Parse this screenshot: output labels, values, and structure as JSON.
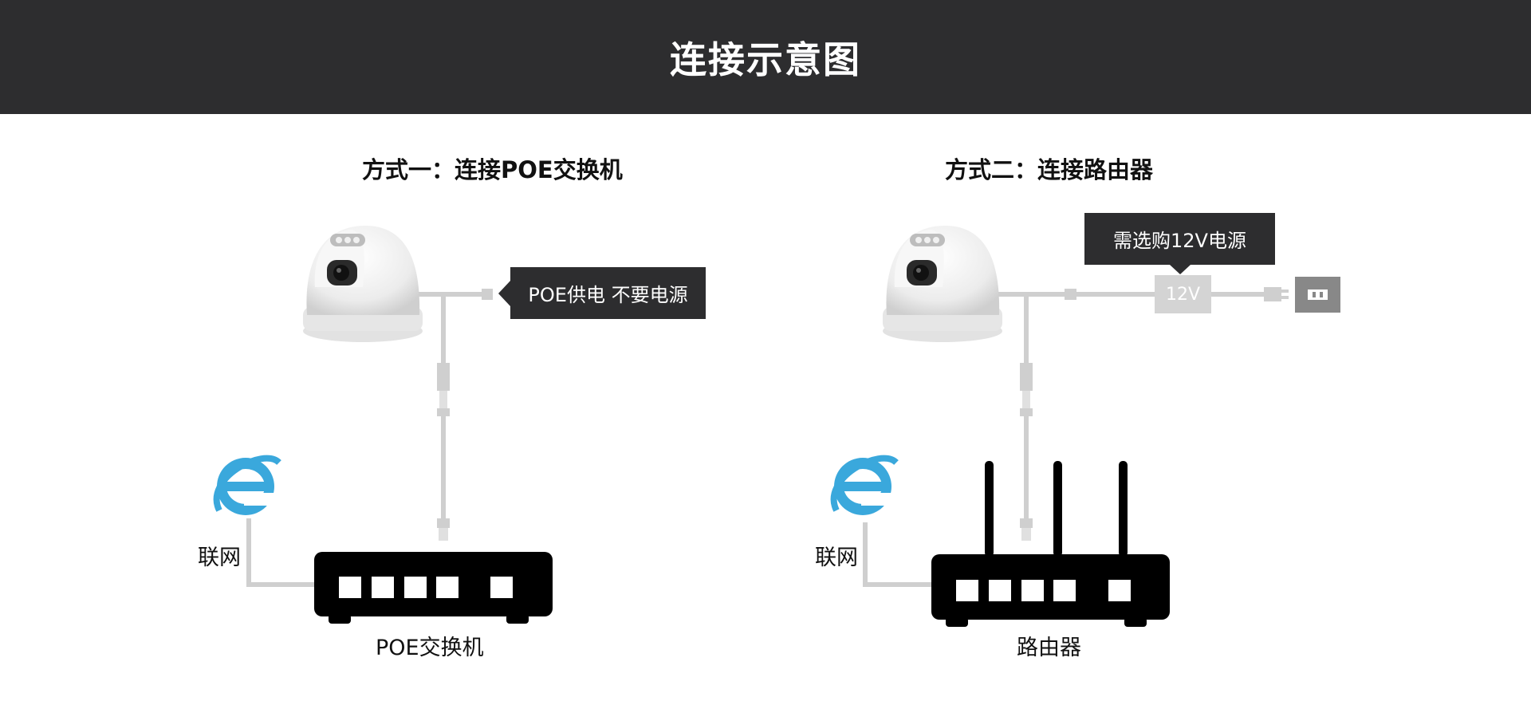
{
  "header": {
    "title": "连接示意图"
  },
  "method1": {
    "title": "方式一：连接POE交换机",
    "callout": "POE供电  不要电源",
    "internet_label": "联网",
    "device_label": "POE交换机"
  },
  "method2": {
    "title": "方式二：连接路由器",
    "callout": "需选购12V电源",
    "adapter_label": "12V",
    "internet_label": "联网",
    "device_label": "路由器"
  },
  "colors": {
    "header_bg": "#2d2d2f",
    "cable": "#cfcfcf",
    "device": "#000000",
    "ie_blue": "#3aa8dc",
    "outlet": "#888888"
  }
}
